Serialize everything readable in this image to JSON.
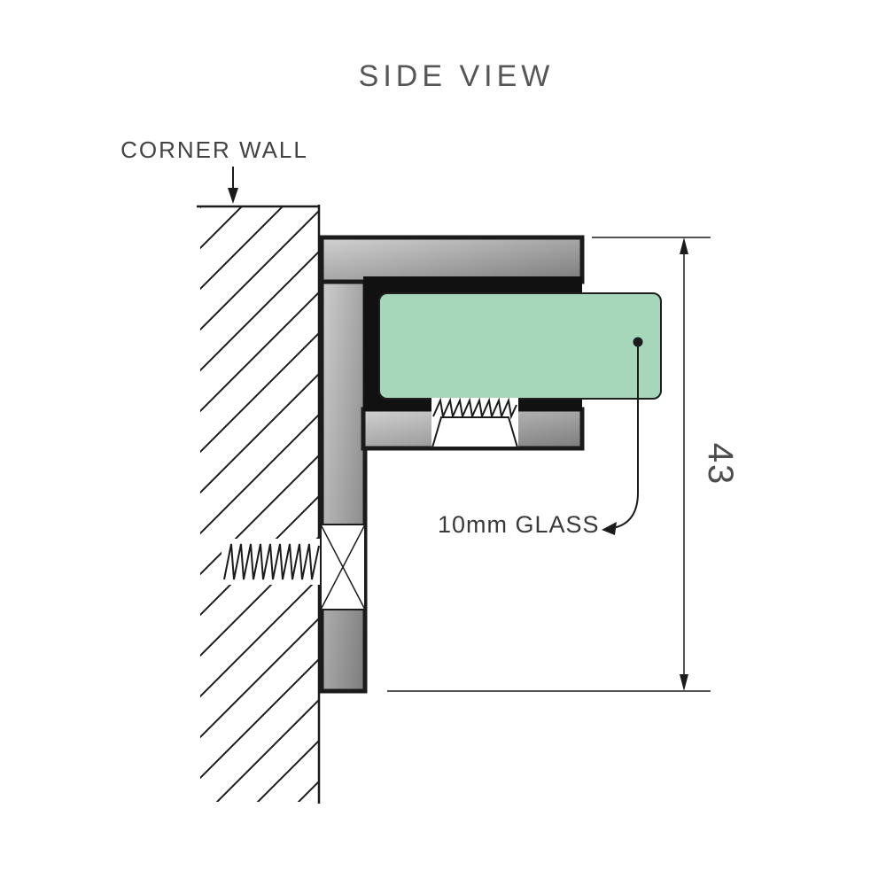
{
  "title": "SIDE VIEW",
  "wall": {
    "label": "CORNER WALL"
  },
  "glass": {
    "label": "10mm GLASS",
    "thickness_text": "10mm"
  },
  "dimension": {
    "value": "43"
  },
  "colors": {
    "outline": "#1b1b1b",
    "text": "#434343",
    "bracket_light": "#d2d2d2",
    "bracket_dark": "#7c7c7c",
    "channel_black": "#111111",
    "glass_green": "#a6d7ba"
  }
}
